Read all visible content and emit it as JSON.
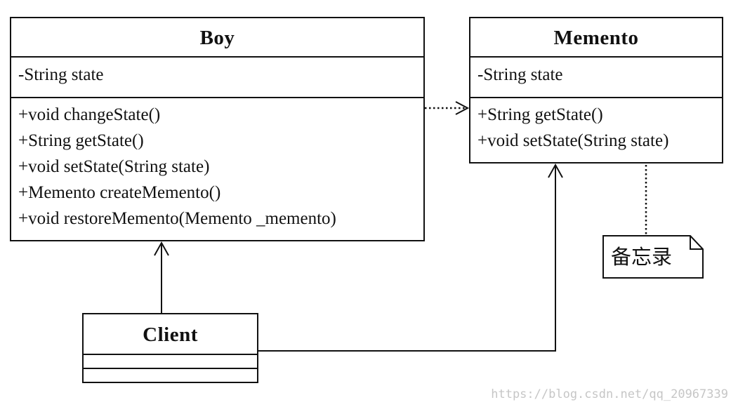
{
  "classes": {
    "boy": {
      "name": "Boy",
      "attributes": [
        "-String state"
      ],
      "methods": [
        "+void changeState()",
        "+String getState()",
        "+void setState(String state)",
        "+Memento createMemento()",
        "+void restoreMemento(Memento _memento)"
      ]
    },
    "memento": {
      "name": "Memento",
      "attributes": [
        "-String state"
      ],
      "methods": [
        "+String getState()",
        "+void setState(String state)"
      ]
    },
    "client": {
      "name": "Client",
      "attributes": [],
      "methods": []
    }
  },
  "note": {
    "text": "备忘录"
  },
  "relationships": [
    {
      "from": "Boy",
      "to": "Memento",
      "type": "dependency",
      "line": "dotted",
      "arrow": "open"
    },
    {
      "from": "Client",
      "to": "Boy",
      "type": "association",
      "line": "solid",
      "arrow": "open"
    },
    {
      "from": "Client",
      "to": "Memento",
      "type": "association",
      "line": "solid",
      "arrow": "open"
    },
    {
      "from": "Memento",
      "to": "note",
      "type": "note-anchor",
      "line": "dotted",
      "arrow": "none"
    }
  ],
  "watermark": "https://blog.csdn.net/qq_20967339",
  "colors": {
    "line": "#111111",
    "background": "#ffffff",
    "watermark": "#c6c6c6"
  }
}
